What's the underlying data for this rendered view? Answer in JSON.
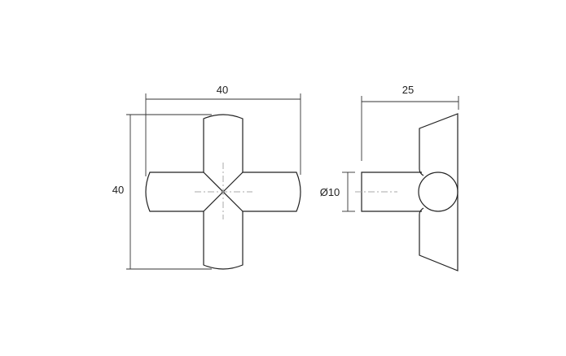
{
  "front_view": {
    "width_label": "40",
    "height_label": "40"
  },
  "side_view": {
    "depth_label": "25",
    "diameter_label": "Ø10"
  },
  "colors": {
    "outline": "#222222",
    "centerline": "#aaaaaa"
  }
}
